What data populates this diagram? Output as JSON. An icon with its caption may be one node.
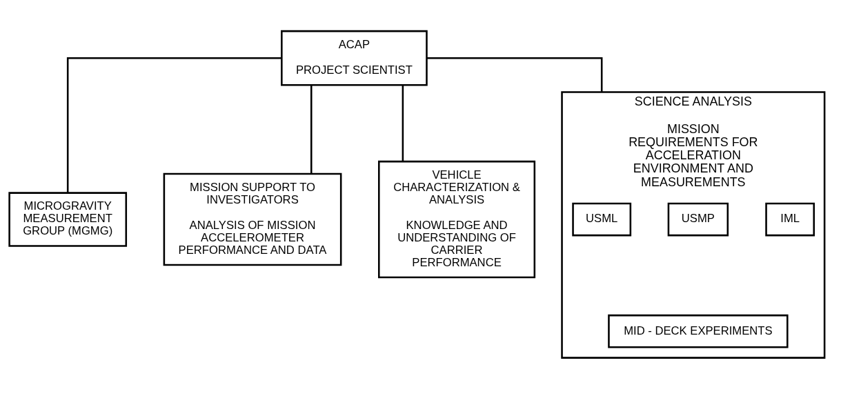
{
  "diagram": {
    "nodes": [
      {
        "text": [
          "ACAP",
          "PROJECT SCIENTIST"
        ]
      },
      {
        "text": [
          "MICROGRAVITY MEASUREMENT GROUP (MGMG)"
        ]
      },
      {
        "text": [
          "MISSION SUPPORT TO INVESTIGATORS",
          "ANALYSIS OF MISSION ACCELEROMETER PERFORMANCE AND DATA"
        ]
      },
      {
        "text": [
          "VEHICLE CHARACTERIZATION & ANALYSIS",
          "KNOWLEDGE AND UNDERSTANDING OF CARRIER PERFORMANCE"
        ]
      },
      {
        "text": [
          "SCIENCE ANALYSIS",
          "MISSION REQUIREMENTS FOR ACCELERATION ENVIRONMENT AND MEASUREMENTS"
        ]
      },
      {
        "text": [
          "USML"
        ],
        "in": 4
      },
      {
        "text": [
          "USMP"
        ],
        "in": 4
      },
      {
        "text": [
          "IML"
        ],
        "in": 4
      },
      {
        "text": [
          "MID - DECK EXPERIMENTS"
        ],
        "in": 4
      }
    ],
    "edges": [
      {
        "from": 0,
        "to": 1,
        "arrow": "none"
      },
      {
        "from": 0,
        "to": 2,
        "arrow": "none"
      },
      {
        "from": 0,
        "to": 3,
        "arrow": "none"
      },
      {
        "from": 0,
        "to": 4,
        "arrow": "none"
      }
    ]
  }
}
